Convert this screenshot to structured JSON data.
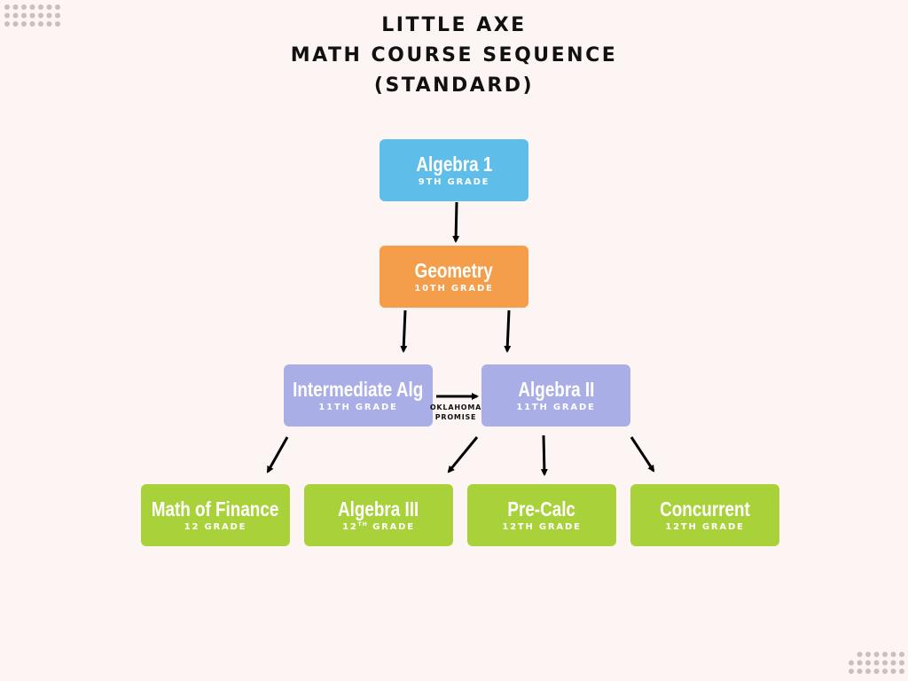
{
  "title": {
    "line1": "LITTLE AXE",
    "line2": "MATH COURSE SEQUENCE",
    "line3": "(STANDARD)"
  },
  "courses": {
    "algebra1": {
      "name": "Algebra 1",
      "grade": "9TH GRADE"
    },
    "geometry": {
      "name": "Geometry",
      "grade": "10TH GRADE"
    },
    "intermediate": {
      "name": "Intermediate Alg",
      "grade": "11TH GRADE"
    },
    "algebra2": {
      "name": "Algebra II",
      "grade": "11TH GRADE"
    },
    "finance": {
      "name": "Math of Finance",
      "grade": "12 GRADE"
    },
    "algebra3": {
      "name": "Algebra III",
      "grade_num": "12",
      "grade_sup": "TH",
      "grade_word": " GRADE"
    },
    "precalc": {
      "name": "Pre-Calc",
      "grade": "12TH GRADE"
    },
    "concurrent": {
      "name": "Concurrent",
      "grade": "12TH GRADE"
    }
  },
  "connector_note": {
    "line1": "OKLAHOMA",
    "line2": "PROMISE"
  },
  "colors": {
    "background": "#fdf5f3",
    "blue": "#5ebde9",
    "orange": "#f49d4a",
    "purple": "#aaaee6",
    "green": "#a9d23a",
    "dots": "#c9c0be",
    "arrow": "#000000"
  }
}
